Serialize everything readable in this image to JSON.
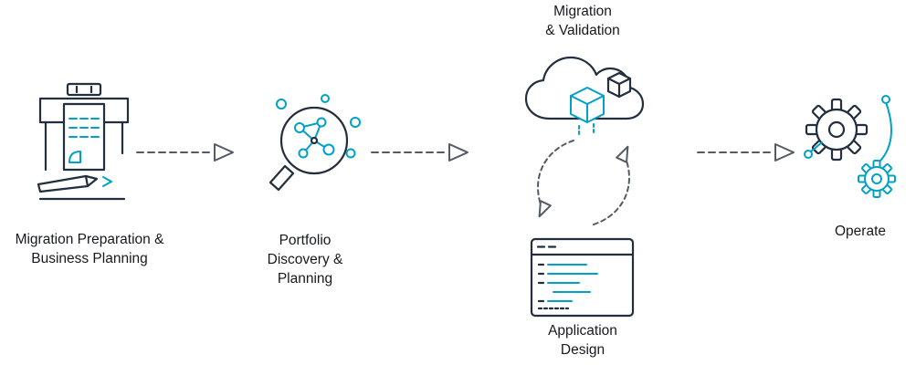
{
  "colors": {
    "navy": "#232F3E",
    "teal": "#00A1C9",
    "arrow_gray": "#545B64",
    "text": "#16191F",
    "background": "#FFFFFF"
  },
  "stages": {
    "preparation": {
      "label": "Migration Preparation &\nBusiness Planning",
      "icon": "document-pen-icon"
    },
    "portfolio": {
      "label": "Portfolio\nDiscovery &\nPlanning",
      "icon": "magnifier-network-icon"
    },
    "migration": {
      "label": "Migration\n& Validation",
      "icon": "cloud-cubes-icon"
    },
    "application_design": {
      "label": "Application\nDesign",
      "icon": "code-window-icon"
    },
    "operate": {
      "label": "Operate",
      "icon": "gears-icon"
    }
  },
  "flow": {
    "arrow_style": "dashed-with-open-arrowhead",
    "arrow_count": 3,
    "cycle_between": [
      "Migration & Validation",
      "Application Design"
    ]
  }
}
